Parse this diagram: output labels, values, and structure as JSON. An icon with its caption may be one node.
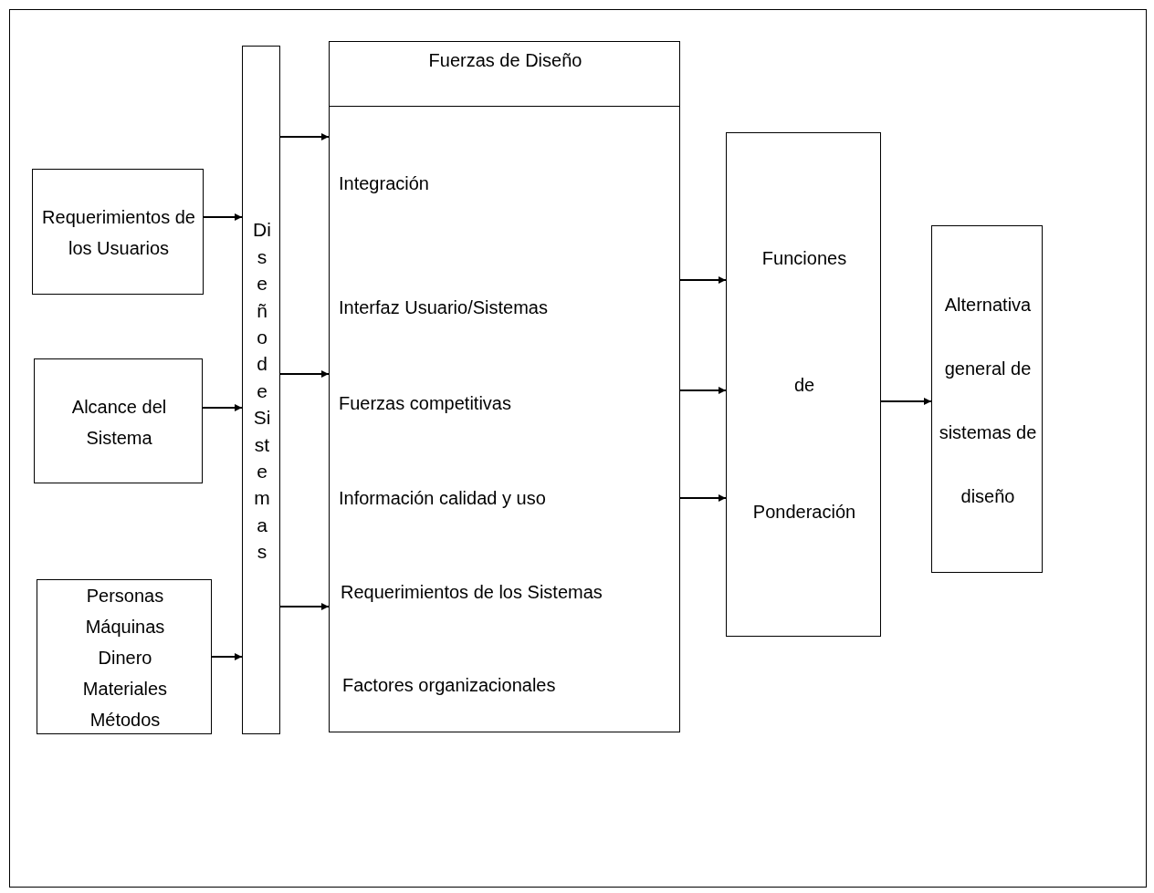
{
  "diagram": {
    "nodes": [
      {
        "text": [
          "Requerimientos de los Usuarios"
        ]
      },
      {
        "text": [
          "Alcance del Sistema"
        ]
      },
      {
        "text": [
          "Personas Máquinas Dinero Materiales Métodos"
        ]
      },
      {
        "text": [
          "Diseño de Sistemas"
        ]
      },
      {
        "text": [
          "Fuerzas de Diseño",
          "Integración",
          "Interfaz Usuario/Sistemas",
          "Fuerzas competitivas",
          "Información calidad y uso",
          "Requerimientos de los Sistemas",
          "Factores organizacionales"
        ]
      },
      {
        "text": [
          "Funciones de Ponderación"
        ]
      },
      {
        "text": [
          "Alternativa general de sistemas de diseño"
        ]
      }
    ],
    "edges": [
      {
        "from": 0,
        "to": 3,
        "arrow": "to"
      },
      {
        "from": 1,
        "to": 3,
        "arrow": "to"
      },
      {
        "from": 2,
        "to": 3,
        "arrow": "to"
      },
      {
        "from": 3,
        "to": 4,
        "arrow": "to"
      },
      {
        "from": 3,
        "to": 4,
        "arrow": "to"
      },
      {
        "from": 3,
        "to": 4,
        "arrow": "to"
      },
      {
        "from": 4,
        "to": 5,
        "arrow": "to"
      },
      {
        "from": 4,
        "to": 5,
        "arrow": "to"
      },
      {
        "from": 4,
        "to": 5,
        "arrow": "to"
      },
      {
        "from": 5,
        "to": 6,
        "arrow": "to"
      }
    ]
  }
}
